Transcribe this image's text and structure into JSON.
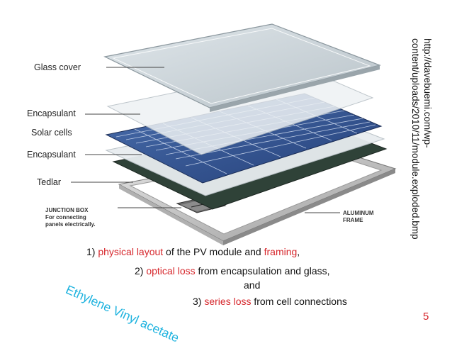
{
  "labels": {
    "glass_cover": "Glass cover",
    "encapsulant_top": "Encapsulant",
    "solar_cells": "Solar cells",
    "encapsulant_bottom": "Encapsulant",
    "tedlar": "Tedlar",
    "junction_box": [
      "JUNCTION BOX",
      "For connecting",
      "panels electrically."
    ],
    "aluminum_frame": [
      "ALUMINUM",
      "FRAME"
    ]
  },
  "source_url": [
    "http://davebuemi.com/wp-",
    "content/uploads/2010/11/module.exploded.bmp"
  ],
  "eva_note": "Ethylene Vinyl acetate",
  "points": {
    "p1": {
      "prefix": "1) ",
      "hl1": "physical layout",
      "mid": " of the PV module and ",
      "hl2": "framing",
      "suffix": ","
    },
    "p2": {
      "prefix": "2) ",
      "hl1": "optical loss",
      "suffix": " from encapsulation and glass,"
    },
    "and": "and",
    "p3": {
      "prefix": "3) ",
      "hl1": "series loss",
      "suffix": " from cell connections"
    }
  },
  "page_number": "5",
  "colors": {
    "highlight": "#d6262b",
    "note": "#1fb3df"
  }
}
